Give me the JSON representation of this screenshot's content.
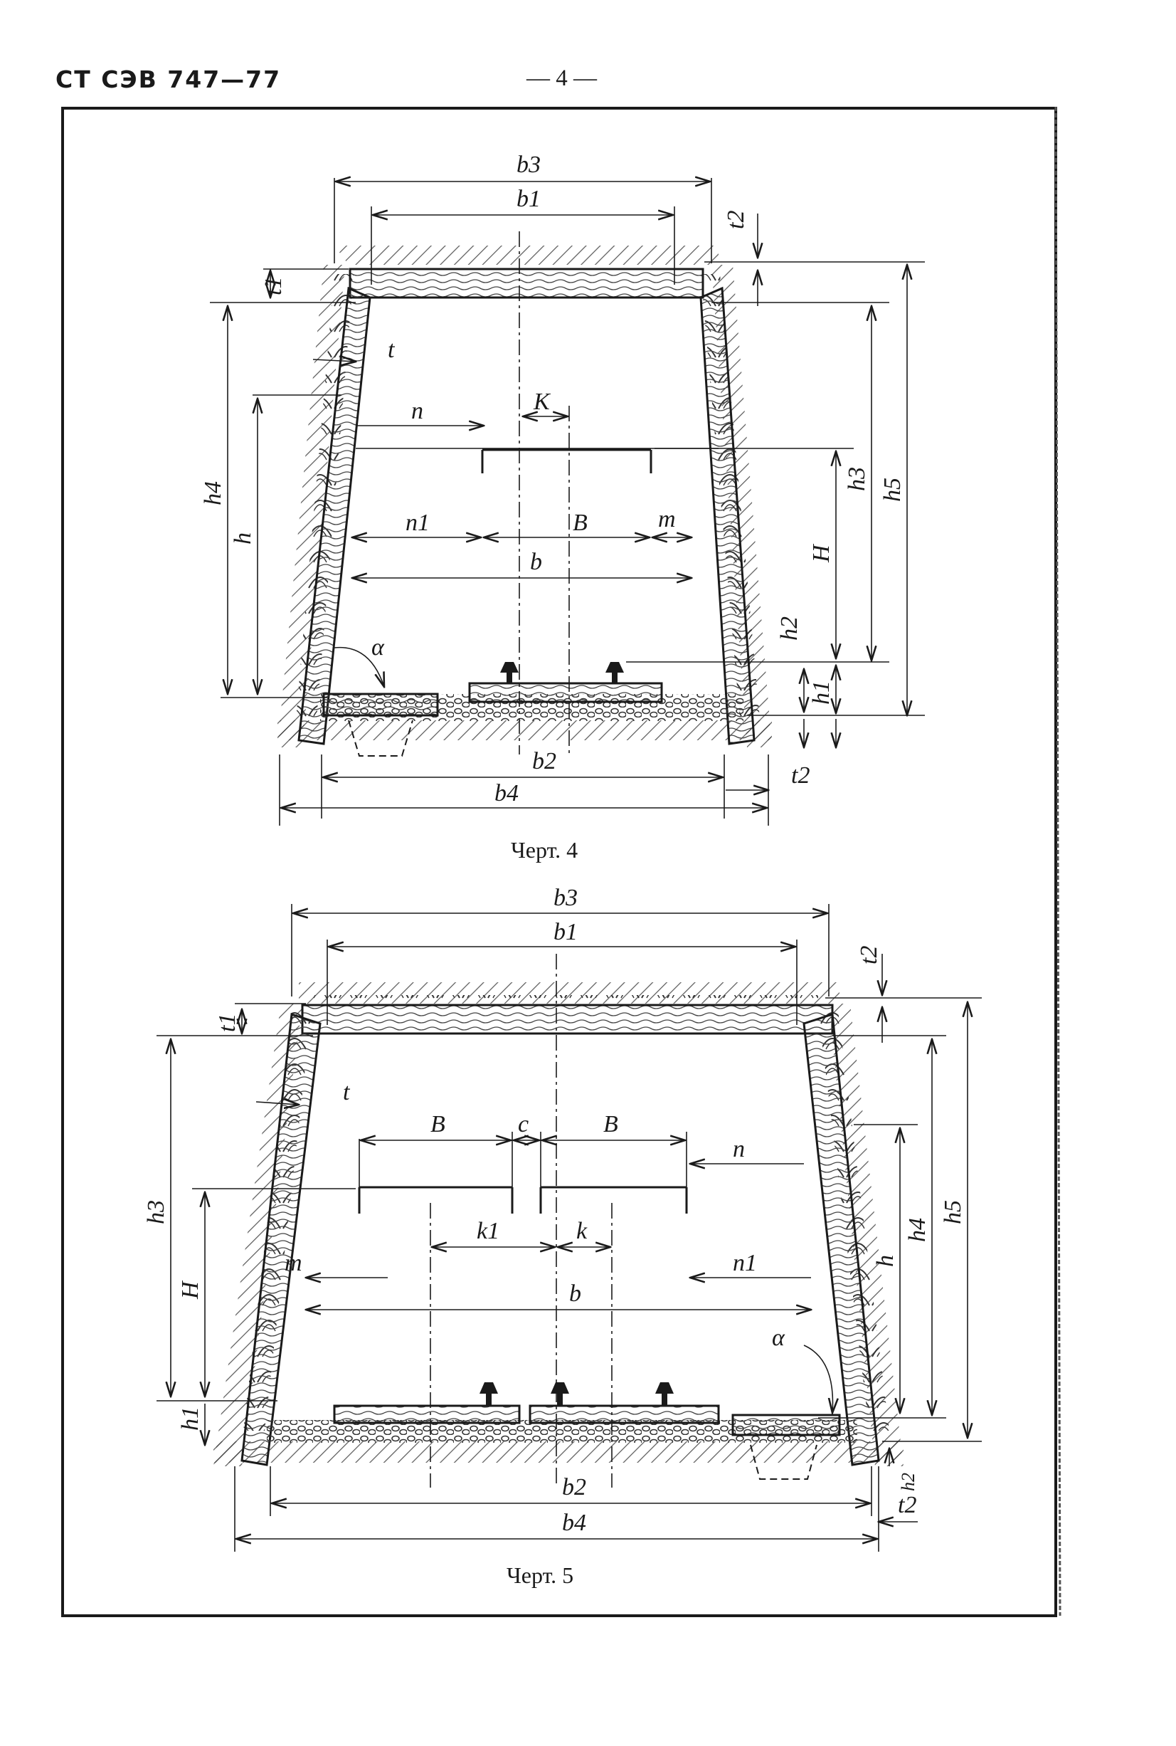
{
  "header": {
    "standard": "СТ  СЭВ  747—77",
    "page_number": "— 4 —"
  },
  "figure4": {
    "caption": "Черт. 4",
    "labels": {
      "b3": "b3",
      "b1": "b1",
      "t2_top": "t2",
      "t1": "t1",
      "t": "t",
      "n": "n",
      "k": "K",
      "n1": "n1",
      "B": "B",
      "m": "m",
      "b": "b",
      "h4": "h4",
      "h": "h",
      "h3": "h3",
      "h5": "h5",
      "H": "H",
      "h2": "h2",
      "h1": "h1",
      "alpha": "α",
      "b2": "b2",
      "b4": "b4",
      "t2_bottom": "t2"
    }
  },
  "figure5": {
    "caption": "Черт. 5",
    "labels": {
      "b3": "b3",
      "b1": "b1",
      "t2_top": "t2",
      "t1": "t1",
      "t": "t",
      "B_left": "B",
      "c": "c",
      "B_right": "B",
      "n": "n",
      "k1": "k1",
      "k": "k",
      "m": "m",
      "n1": "n1",
      "b": "b",
      "h3": "h3",
      "H": "H",
      "h1": "h1",
      "h": "h",
      "h4": "h4",
      "h5": "h5",
      "alpha": "α",
      "b2": "b2",
      "b4": "b4",
      "h2": "h2",
      "t2_bottom": "t2"
    }
  }
}
